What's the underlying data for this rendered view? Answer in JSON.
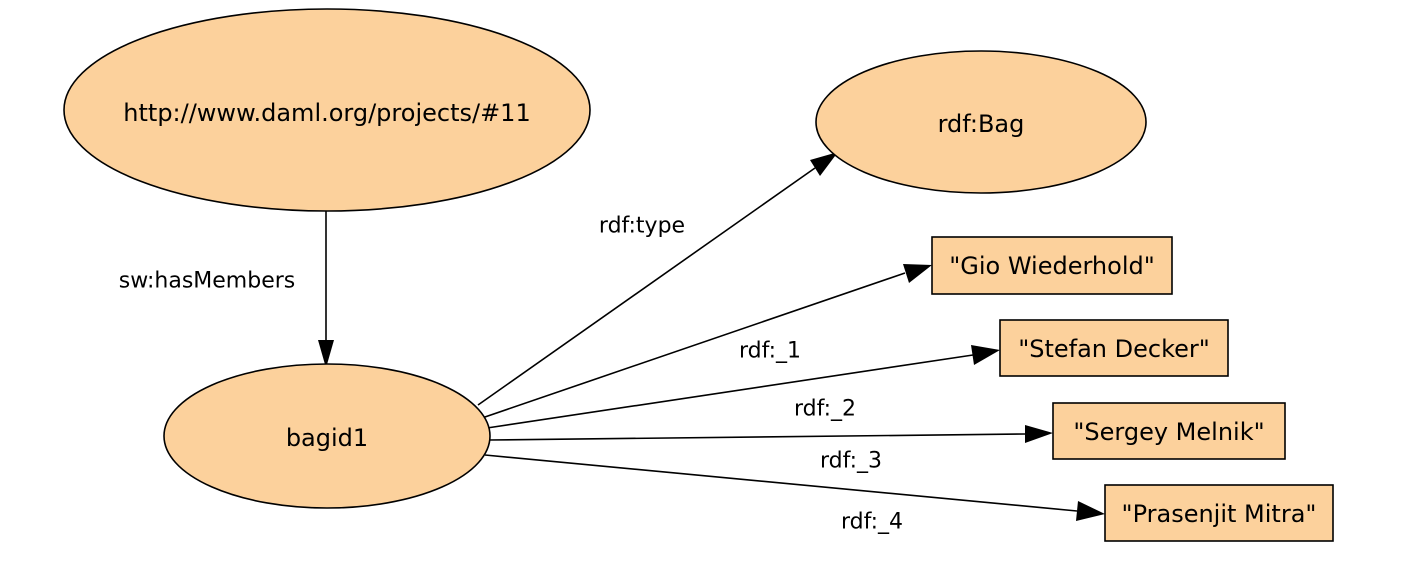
{
  "colors": {
    "node_fill": "#fcd19c",
    "stroke": "#000000",
    "text": "#000000"
  },
  "nodes": [
    {
      "id": "project",
      "label": "http://www.daml.org/projects/#11",
      "shape": "ellipse"
    },
    {
      "id": "bag",
      "label": "rdf:Bag",
      "shape": "ellipse"
    },
    {
      "id": "bagid1",
      "label": "bagid1",
      "shape": "ellipse"
    },
    {
      "id": "gio",
      "label": "\"Gio Wiederhold\"",
      "shape": "rectangle"
    },
    {
      "id": "stefan",
      "label": "\"Stefan Decker\"",
      "shape": "rectangle"
    },
    {
      "id": "sergey",
      "label": "\"Sergey Melnik\"",
      "shape": "rectangle"
    },
    {
      "id": "prasenjit",
      "label": "\"Prasenjit Mitra\"",
      "shape": "rectangle"
    }
  ],
  "edges": [
    {
      "id": "has-members",
      "from": "project",
      "to": "bagid1",
      "label": "sw:hasMembers"
    },
    {
      "id": "type",
      "from": "bagid1",
      "to": "bag",
      "label": "rdf:type"
    },
    {
      "id": "member-1",
      "from": "bagid1",
      "to": "gio",
      "label": "rdf:_1"
    },
    {
      "id": "member-2",
      "from": "bagid1",
      "to": "stefan",
      "label": "rdf:_2"
    },
    {
      "id": "member-3",
      "from": "bagid1",
      "to": "sergey",
      "label": "rdf:_3"
    },
    {
      "id": "member-4",
      "from": "bagid1",
      "to": "prasenjit",
      "label": "rdf:_4"
    }
  ]
}
